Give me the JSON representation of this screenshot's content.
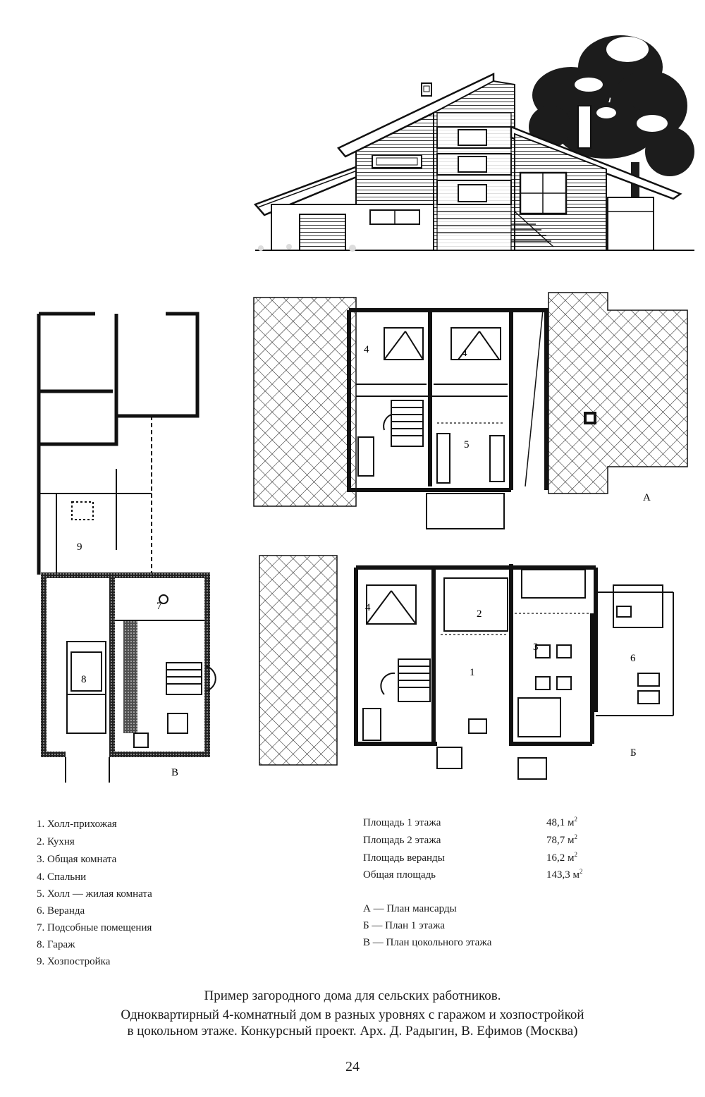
{
  "figure": {
    "caption_line1": "Пример загородного дома для сельских работников.",
    "caption_line2": "Одноквартирный 4-комнатный дом в разных уровнях с гаражом и хозпостройкой",
    "caption_line3": "в цокольном этаже. Конкурсный проект. Арх. Д. Радыгин, В. Ефимов (Москва)",
    "page_number": "24"
  },
  "legend": [
    "1. Холл-прихожая",
    "2. Кухня",
    "3. Общая комната",
    "4. Спальни",
    "5. Холл — жилая комната",
    "6. Веранда",
    "7. Подсобные помещения",
    "8. Гараж",
    "9. Хозпостройка"
  ],
  "areas": [
    {
      "label": "Площадь 1 этажа",
      "value": "48,1 м",
      "unit_sup": "2"
    },
    {
      "label": "Площадь 2 этажа",
      "value": "78,7 м",
      "unit_sup": "2"
    },
    {
      "label": "Площадь веранды",
      "value": "16,2 м",
      "unit_sup": "2"
    },
    {
      "label": "Общая площадь",
      "value": "143,3 м",
      "unit_sup": "2"
    }
  ],
  "plan_keys": [
    "А — План мансарды",
    "Б — План 1 этажа",
    "В — План цокольного этажа"
  ],
  "plan_letters": {
    "attic": "А",
    "ground": "Б",
    "basement": "В"
  },
  "room_numbers": {
    "attic": [
      "4",
      "4",
      "5"
    ],
    "ground": [
      "4",
      "2",
      "3",
      "1",
      "6"
    ],
    "basement": [
      "7",
      "8",
      "9"
    ]
  },
  "colors": {
    "ink": "#151515",
    "paper": "#ffffff"
  }
}
